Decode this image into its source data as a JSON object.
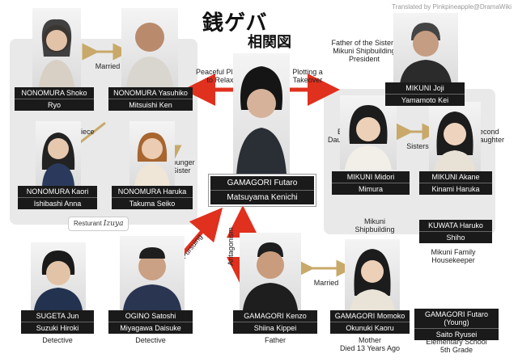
{
  "title": {
    "main": "銭ゲバ",
    "sub": "相関図"
  },
  "credit": "Translated by Pinkpineapple@DramaWiki",
  "relations": {
    "married_top": "Married",
    "niece": "Niece",
    "younger_sister": "Younger\nSister",
    "peaceful": "Peaceful Place\nto Relax",
    "plotting": "Plotting a\nTakeover",
    "father_of_sisters": "Father of the Sisters\nMikuni Shipbuilding\nPresident",
    "eldest": "Eldest\nDaughter",
    "sisters": "Sisters",
    "second": "Second\nDaughter",
    "pursuing": "Pursuing",
    "antagonism": "Antagonism",
    "married_bottom": "Married"
  },
  "groups": {
    "restaurant_prefix": "Resturant",
    "restaurant_name": "Izuya",
    "mikuni": "Mikuni\nShipbuilding",
    "mikuni_family": "Mikuni Family\nHousekeeper"
  },
  "characters": [
    {
      "name": "NONOMURA Shoko",
      "actor": "Ryo"
    },
    {
      "name": "NONOMURA Yasuhiko",
      "actor": "Mitsuishi Ken"
    },
    {
      "name": "NONOMURA Kaori",
      "actor": "Ishibashi Anna"
    },
    {
      "name": "NONOMURA Haruka",
      "actor": "Takuma Seiko"
    },
    {
      "name": "GAMAGORI Futaro",
      "actor": "Matsuyama Kenichi"
    },
    {
      "name": "MIKUNI Joji",
      "actor": "Yamamoto Kei"
    },
    {
      "name": "MIKUNI Midori",
      "actor": "Mimura"
    },
    {
      "name": "MIKUNI Akane",
      "actor": "Kinami Haruka"
    },
    {
      "name": "KUWATA Haruko",
      "actor": "Shiho"
    },
    {
      "name": "SUGETA Jun",
      "actor": "Suzuki Hiroki",
      "role": "Detective"
    },
    {
      "name": "OGINO Satoshi",
      "actor": "Miyagawa Daisuke",
      "role": "Detective"
    },
    {
      "name": "GAMAGORI Kenzo",
      "actor": "Shiina Kippei",
      "role": "Father"
    },
    {
      "name": "GAMAGORI Momoko",
      "actor": "Okunuki Kaoru",
      "role": "Mother\nDied 13 Years Ago"
    },
    {
      "name": "GAMAGORI Futaro\n(Young)",
      "actor": "Saito Ryusei",
      "role": "Elementary School\n5th Grade"
    }
  ],
  "colors": {
    "accent_arrow": "#e0301e",
    "relation_arrow": "#c8a96a",
    "card_bg": "#1a1a1a",
    "panel_bg": "#e9e9e9"
  }
}
